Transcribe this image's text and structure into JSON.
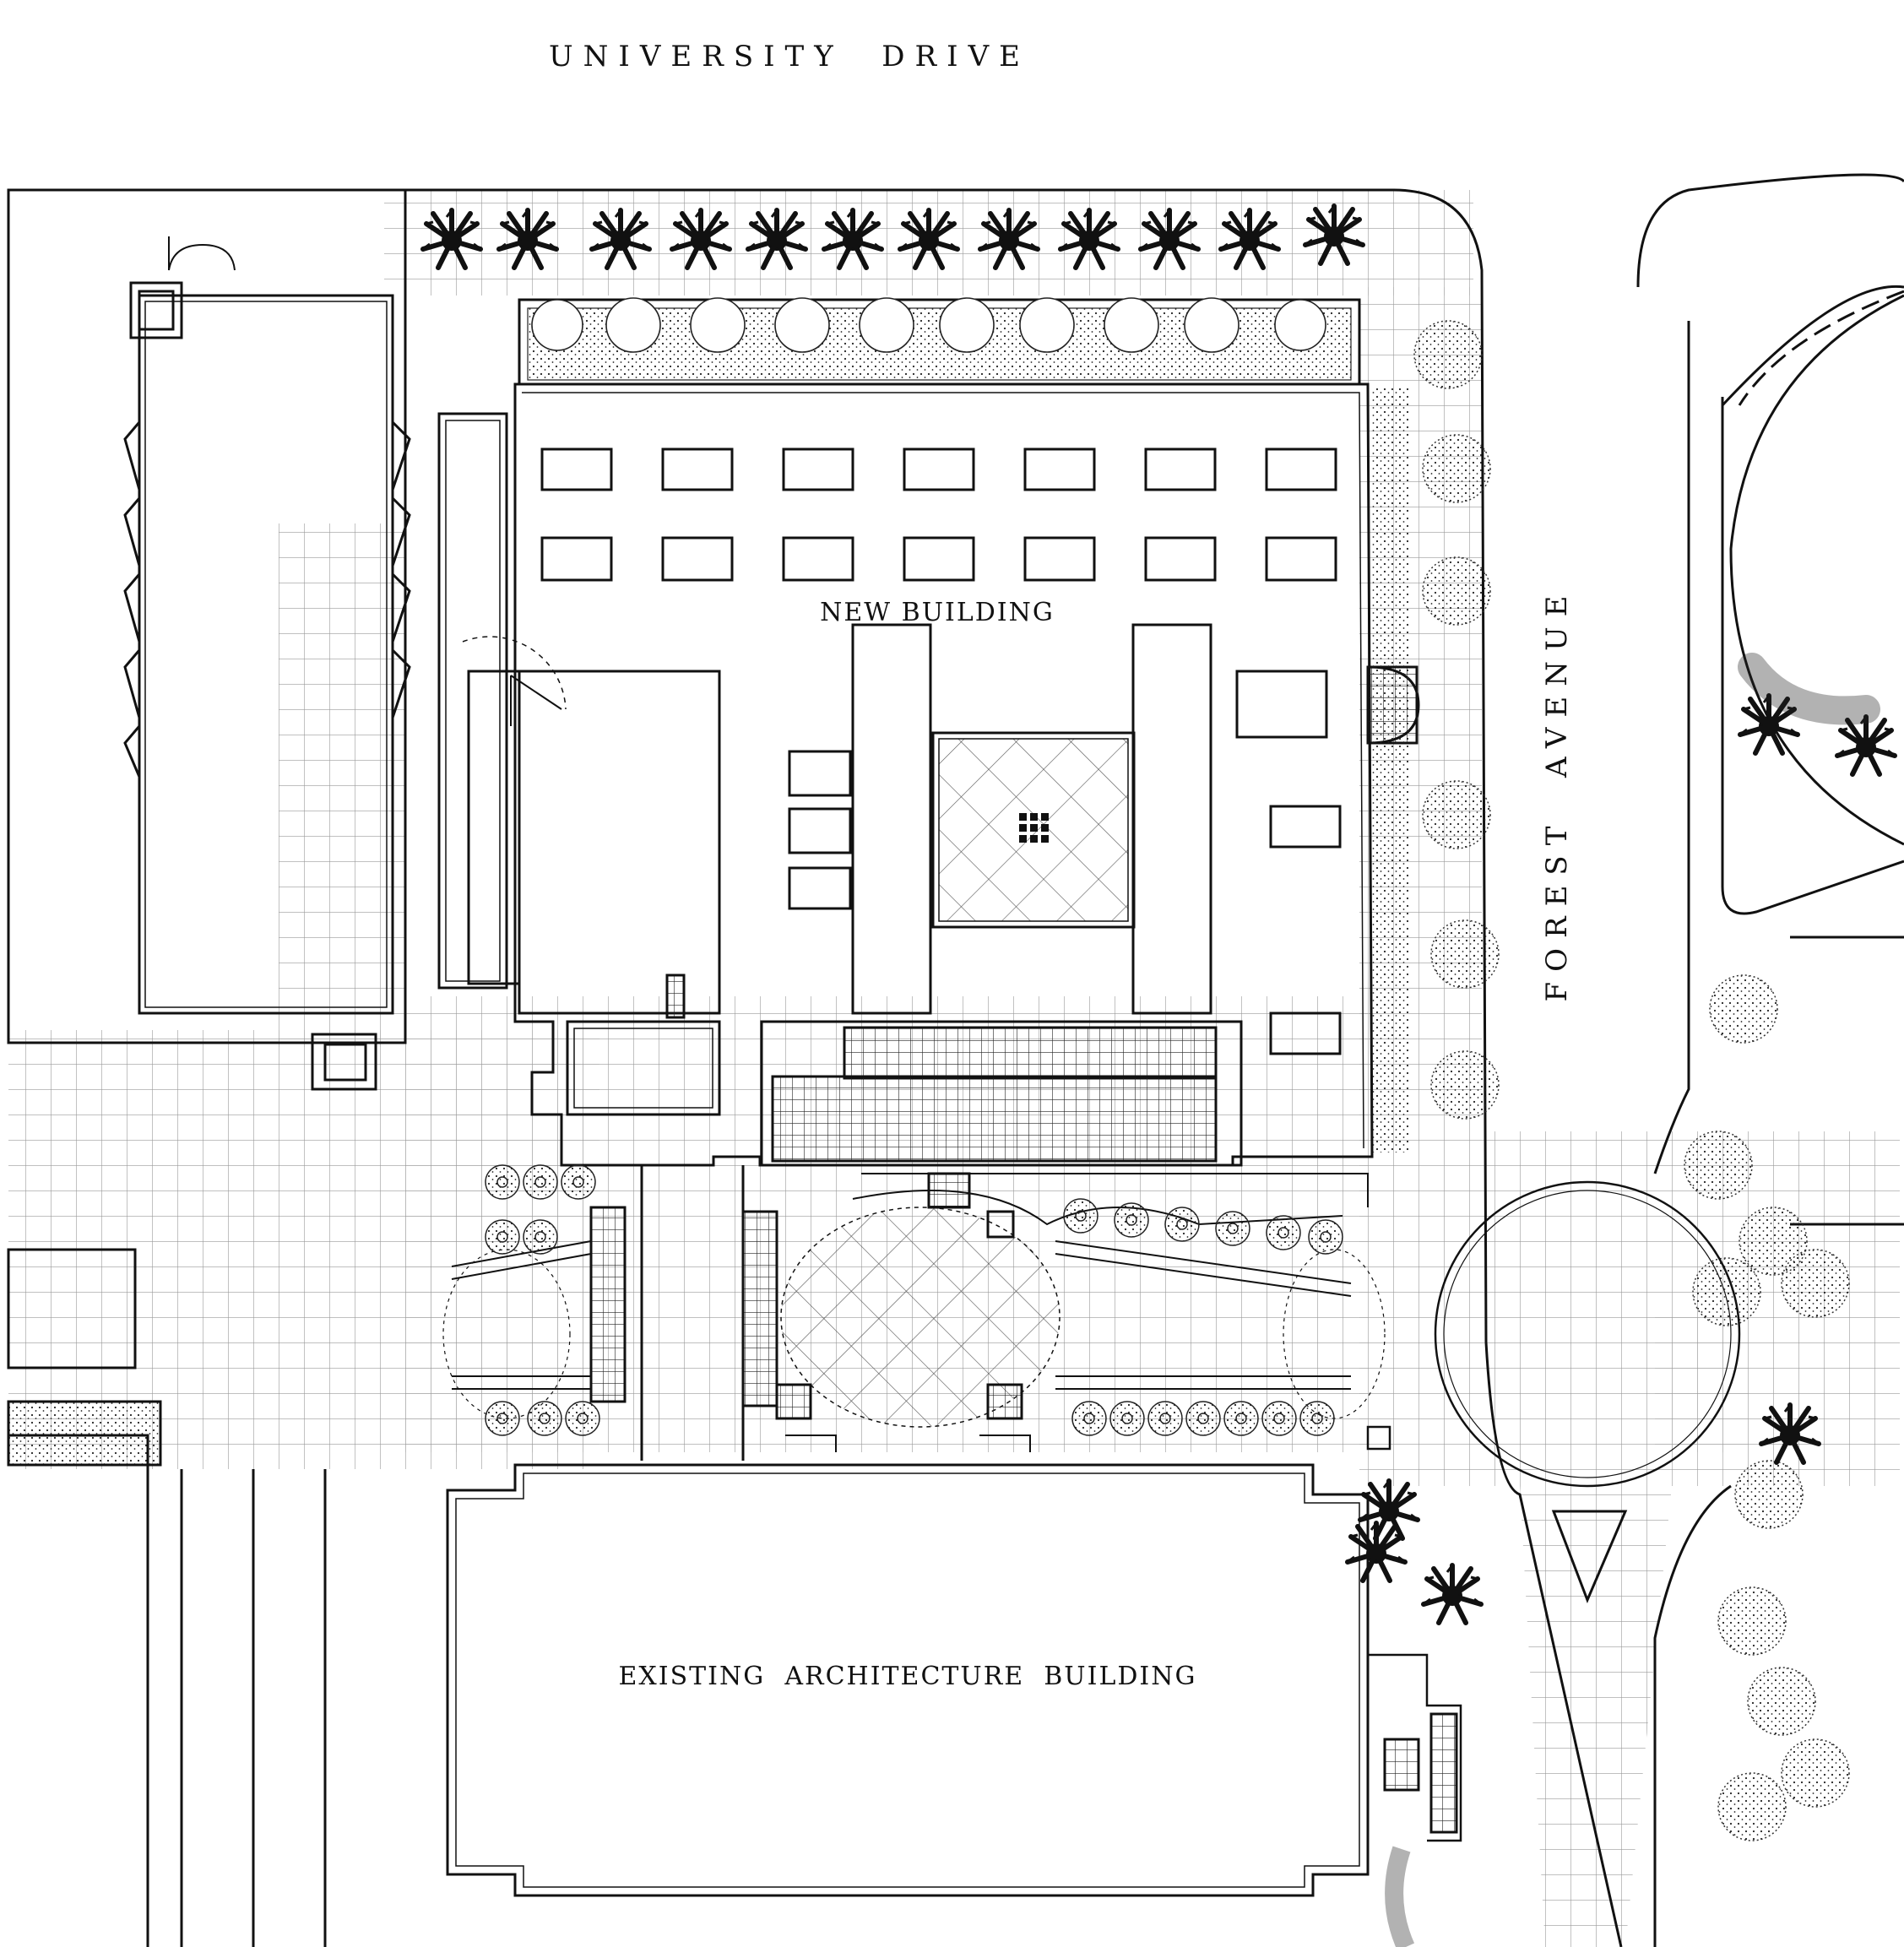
{
  "labels": {
    "street_north": "UNIVERSITY  DRIVE",
    "street_east": "FOREST  AVENUE",
    "new_building": "NEW BUILDING",
    "existing_building": "EXISTING  ARCHITECTURE  BUILDING"
  },
  "colors": {
    "ink": "#111111",
    "paper": "#ffffff",
    "grid": "#9a9a9a"
  },
  "icons": {
    "tree_canopy": "stippled-circle",
    "palm_tree": "palm-star",
    "hedge": "stippled-band"
  }
}
